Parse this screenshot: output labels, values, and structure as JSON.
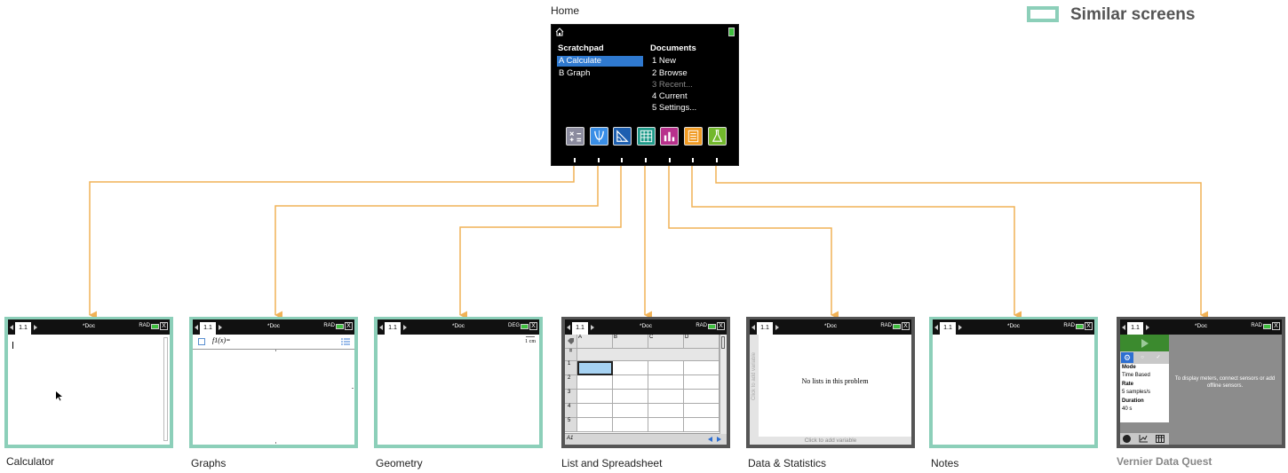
{
  "home": {
    "caption": "Home",
    "scratchpad_title": "Scratchpad",
    "scratchpad_items": [
      "A  Calculate",
      "B  Graph"
    ],
    "documents_title": "Documents",
    "documents_items": [
      "1  New",
      "2  Browse",
      "3  Recent...",
      "4  Current",
      "5  Settings..."
    ],
    "apps": [
      "calculator-icon",
      "graphs-icon",
      "geometry-icon",
      "spreadsheet-icon",
      "data-statistics-icon",
      "notes-icon",
      "vernier-icon"
    ]
  },
  "legend": {
    "label": "Similar screens",
    "color": "#8ccfb9"
  },
  "colors": {
    "connector": "#f1b256",
    "border": "#8ccfb9"
  },
  "screen_common": {
    "tab": "1.1",
    "doc": "*Doc",
    "close": "X"
  },
  "screens": [
    {
      "caption": "Calculator",
      "mode": "RAD"
    },
    {
      "caption": "Graphs",
      "mode": "RAD",
      "entry": "f1(x)="
    },
    {
      "caption": "Geometry",
      "mode": "DEG",
      "scale": "1 cm"
    },
    {
      "caption": "List and Spreadsheet",
      "mode": "RAD",
      "columns": [
        "A",
        "B",
        "C",
        "D"
      ],
      "rows": [
        "1",
        "2",
        "3",
        "4",
        "5"
      ],
      "formula_row": "=",
      "cell_ref": "A1"
    },
    {
      "caption": "Data & Statistics",
      "mode": "RAD",
      "message": "No lists in this problem",
      "x_hint": "Click to add variable",
      "y_hint": "Click to add variable"
    },
    {
      "caption": "Notes",
      "mode": "RAD"
    },
    {
      "caption": "Vernier Data Quest",
      "mode": "RAD",
      "settings": [
        {
          "label": "Mode",
          "value": "Time Based"
        },
        {
          "label": "Rate",
          "value": "5 samples/s"
        },
        {
          "label": "Duration",
          "value": "40 s"
        }
      ],
      "message": "To display meters, connect sensors or add offline sensors."
    }
  ]
}
